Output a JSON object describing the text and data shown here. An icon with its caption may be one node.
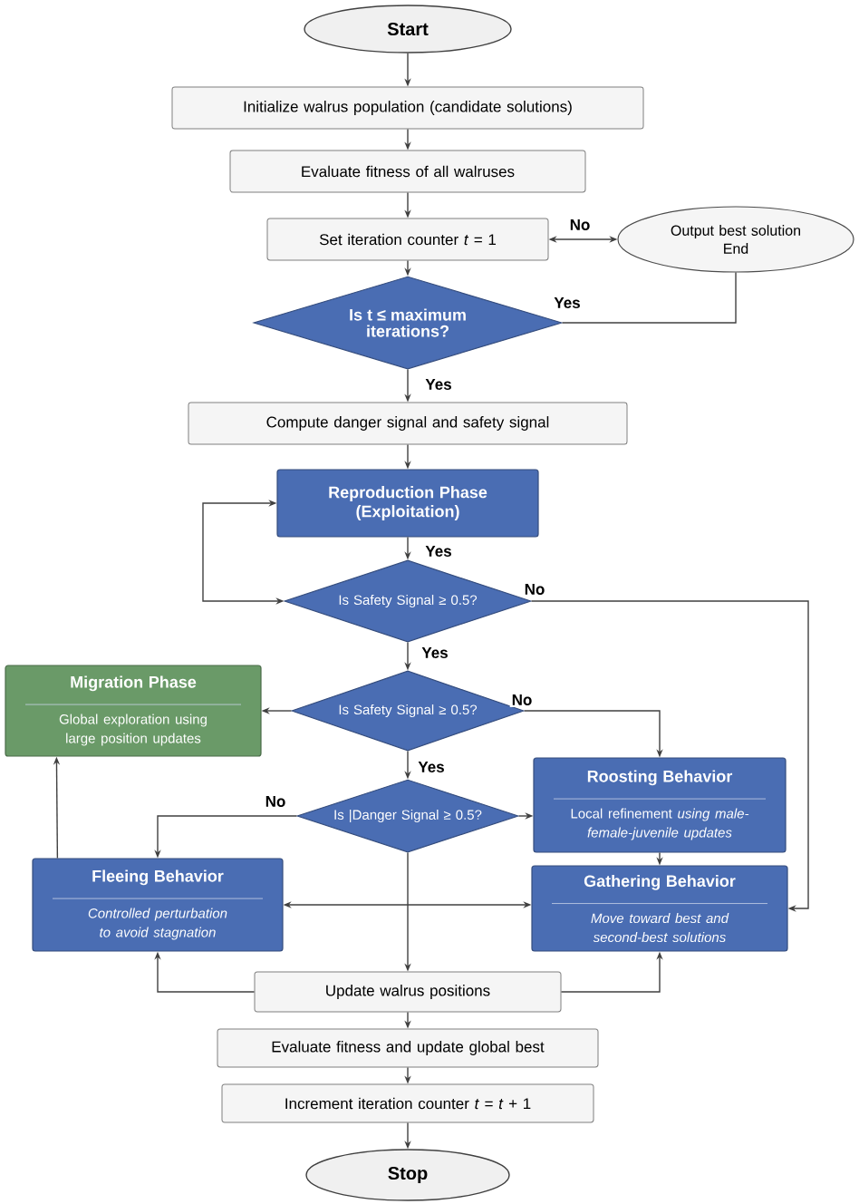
{
  "diagram": {
    "nodes": [
      {
        "text": [
          "Start"
        ]
      },
      {
        "text": [
          "Initialize walrus population (candidate solutions)"
        ]
      },
      {
        "text": [
          "Evaluate fitness of all walruses"
        ]
      },
      {
        "text": [
          "Set iteration counter *t* = 1"
        ]
      },
      {
        "text": [
          "Output best solution",
          "End"
        ]
      },
      {
        "text": [
          "Is t ≤ maximum iterations?"
        ]
      },
      {
        "text": [
          "Compute danger signal and safety signal"
        ]
      },
      {
        "text": [
          "Reproduction Phase (Exploitation)"
        ]
      },
      {
        "text": [
          "Is Safety Signal ≥ 0.5?"
        ]
      },
      {
        "text": [
          "Is Safety Signal ≥ 0.5?"
        ]
      },
      {
        "text": [
          "Migration Phase",
          "Global exploration using large position updates"
        ]
      },
      {
        "text": [
          "Roosting Behavior",
          "Local refinement *using male-female-juvenile updates*"
        ]
      },
      {
        "text": [
          "Is |Danger Signal ≥ 0.5?"
        ]
      },
      {
        "text": [
          "Fleeing Behavior",
          "Controlled perturbation to avoid stagnation"
        ]
      },
      {
        "text": [
          "Gathering Behavior",
          "Move toward best and second-best solutions"
        ]
      },
      {
        "text": [
          "Update walrus positions"
        ]
      },
      {
        "text": [
          "Evaluate fitness and update global best"
        ]
      },
      {
        "text": [
          "Increment iteration counter *t* = *t* + 1"
        ]
      },
      {
        "text": [
          "Stop"
        ]
      }
    ],
    "edges": [
      {
        "from": 0,
        "to": 1,
        "arrow": "to"
      },
      {
        "from": 1,
        "to": 2,
        "arrow": "to"
      },
      {
        "from": 2,
        "to": 3,
        "arrow": "to"
      },
      {
        "from": 3,
        "to": 5,
        "arrow": "to"
      },
      {
        "from": 3,
        "to": 4,
        "arrow": "both",
        "label": "No"
      },
      {
        "from": 5,
        "to": 4,
        "arrow": "none",
        "label": "Yes"
      },
      {
        "from": 5,
        "to": 6,
        "arrow": "to",
        "label": "Yes"
      },
      {
        "from": 6,
        "to": 7,
        "arrow": "to"
      },
      {
        "from": 7,
        "to": 8,
        "arrow": "to",
        "label": "Yes"
      },
      {
        "from": 8,
        "to": 7,
        "arrow": "both"
      },
      {
        "from": 8,
        "to": 14,
        "arrow": "to",
        "label": "No"
      },
      {
        "from": 8,
        "to": 9,
        "arrow": "to",
        "label": "Yes"
      },
      {
        "from": 9,
        "to": 10,
        "arrow": "to"
      },
      {
        "from": 9,
        "to": 11,
        "arrow": "to",
        "label": "No"
      },
      {
        "from": 9,
        "to": 12,
        "arrow": "to",
        "label": "Yes"
      },
      {
        "from": 12,
        "to": 13,
        "arrow": "to",
        "label": "No"
      },
      {
        "from": 12,
        "to": 11,
        "arrow": "to"
      },
      {
        "from": 11,
        "to": 14,
        "arrow": "to"
      },
      {
        "from": 13,
        "to": 10,
        "arrow": "to"
      },
      {
        "from": 12,
        "to": 15,
        "arrow": "to"
      },
      {
        "from": 13,
        "to": 14,
        "arrow": "both"
      },
      {
        "from": 15,
        "to": 13,
        "arrow": "to"
      },
      {
        "from": 15,
        "to": 14,
        "arrow": "to"
      },
      {
        "from": 15,
        "to": 16,
        "arrow": "to"
      },
      {
        "from": 16,
        "to": 17,
        "arrow": "to"
      },
      {
        "from": 17,
        "to": 18,
        "arrow": "to"
      }
    ]
  }
}
